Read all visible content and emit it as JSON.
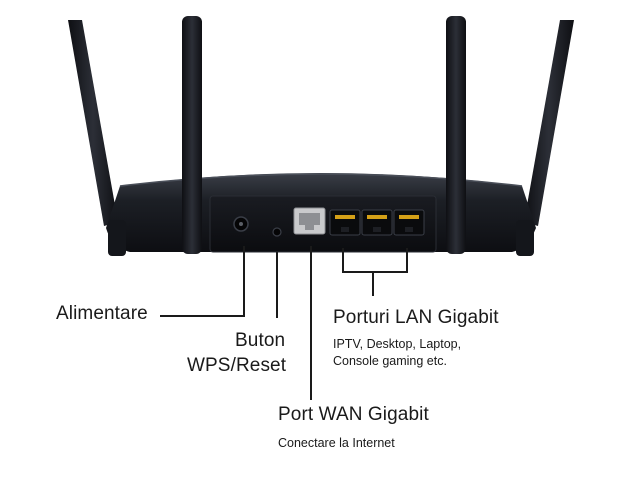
{
  "labels": {
    "power": "Alimentare",
    "wps_reset_line1": "Buton",
    "wps_reset_line2": "WPS/Reset",
    "lan_title": "Porturi LAN Gigabit",
    "lan_desc_line1": "IPTV, Desktop, Laptop,",
    "lan_desc_line2": "Console gaming etc.",
    "wan_title": "Port WAN Gigabit",
    "wan_desc": "Conectare la Internet"
  },
  "icons": {
    "router": "router-rear-illustration",
    "lan_ports": "ethernet-port-icon",
    "wan_port": "ethernet-port-icon",
    "power_jack": "power-jack-icon",
    "reset_button": "reset-button-icon"
  },
  "colors": {
    "router_body": "#14161b",
    "router_highlight": "#3a3e47",
    "wan_port": "#c9cacc",
    "lan_port_pins": "#d4a017",
    "leader_lines": "#1a1a1a",
    "text": "#1a1a1a",
    "background": "#ffffff"
  }
}
